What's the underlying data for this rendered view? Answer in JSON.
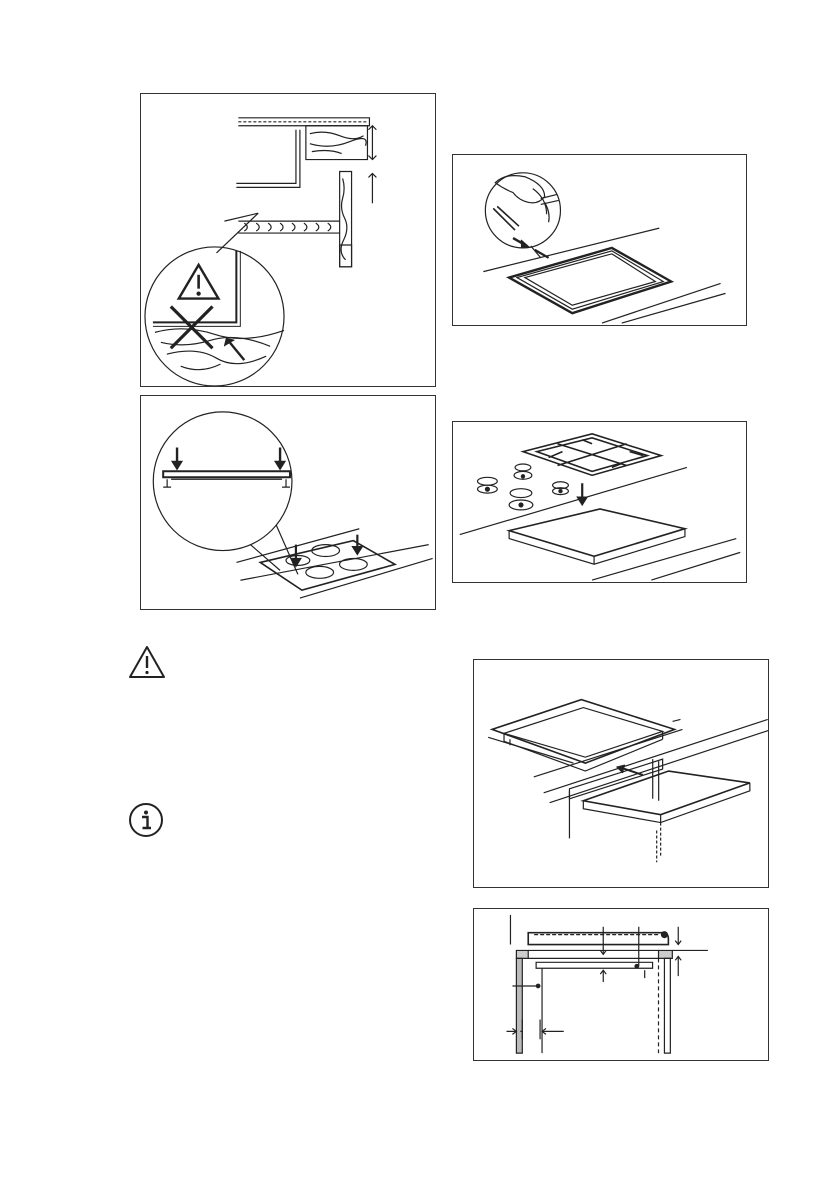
{
  "page": {
    "description_language": "none",
    "text_content": []
  },
  "figures": [
    {
      "id": "counter-edge-warning",
      "icons": [
        "warning-triangle-icon",
        "cross-mark-icon",
        "arrow-icon"
      ]
    },
    {
      "id": "gasket-application",
      "icons": [
        "hand-icon",
        "arrow-icon"
      ]
    },
    {
      "id": "ceramic-hob-insert",
      "icons": [
        "down-arrow-icon"
      ]
    },
    {
      "id": "gas-hob-insert",
      "icons": [
        "pan-support-icon",
        "burner-cap-icon",
        "down-arrow-icon"
      ]
    },
    {
      "id": "drawer-cabinet-installation",
      "icons": [
        "arrow-icon"
      ]
    },
    {
      "id": "cross-section-dimensions",
      "icons": [
        "dimension-arrow-icon"
      ]
    }
  ],
  "notes": [
    {
      "icon": "warning-triangle-icon"
    },
    {
      "icon": "info-icon"
    }
  ]
}
